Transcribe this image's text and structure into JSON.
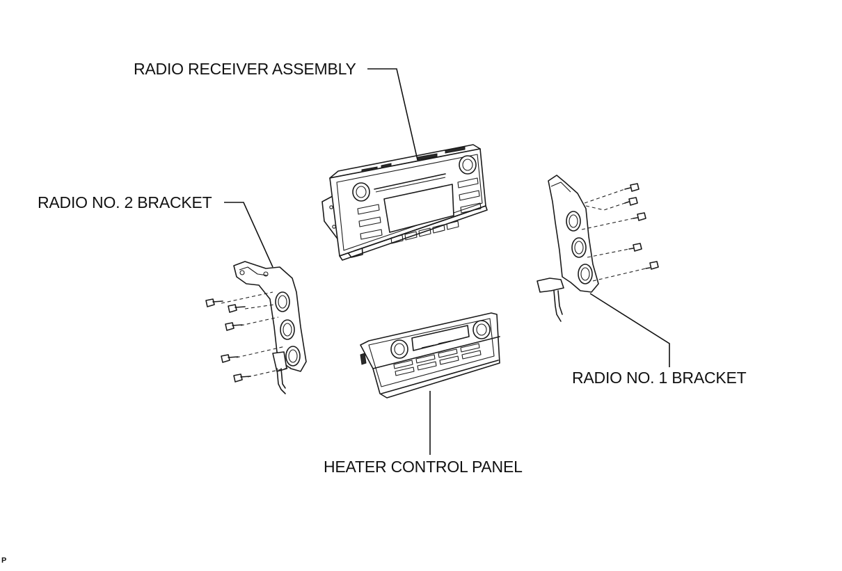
{
  "labels": {
    "radio_receiver": "RADIO RECEIVER ASSEMBLY",
    "radio_bracket_2": "RADIO NO. 2 BRACKET",
    "radio_bracket_1": "RADIO NO. 1 BRACKET",
    "heater_panel": "HEATER CONTROL PANEL",
    "figure_code": "P"
  }
}
